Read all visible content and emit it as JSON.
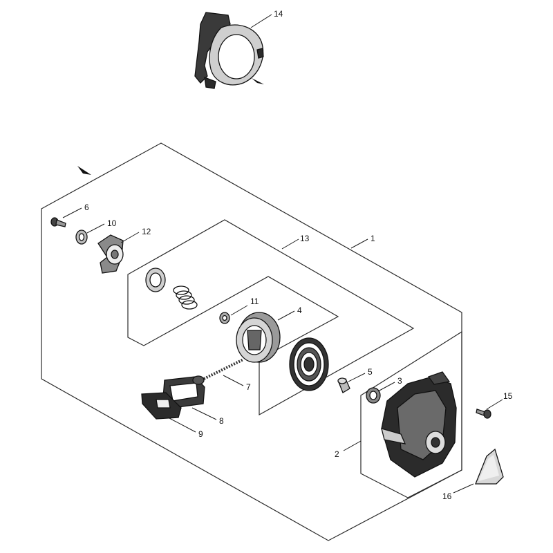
{
  "callouts": [
    {
      "id": "1",
      "label": "1"
    },
    {
      "id": "2",
      "label": "2"
    },
    {
      "id": "3",
      "label": "3"
    },
    {
      "id": "4",
      "label": "4"
    },
    {
      "id": "5",
      "label": "5"
    },
    {
      "id": "6",
      "label": "6"
    },
    {
      "id": "7",
      "label": "7"
    },
    {
      "id": "8",
      "label": "8"
    },
    {
      "id": "9",
      "label": "9"
    },
    {
      "id": "10",
      "label": "10"
    },
    {
      "id": "11",
      "label": "11"
    },
    {
      "id": "12",
      "label": "12"
    },
    {
      "id": "13",
      "label": "13"
    },
    {
      "id": "14",
      "label": "14"
    },
    {
      "id": "15",
      "label": "15"
    },
    {
      "id": "16",
      "label": "16"
    }
  ],
  "colors": {
    "ink": "#111111",
    "background": "#ffffff",
    "fill_dark": "#2b2b2b",
    "fill_light": "#d8d8d8"
  }
}
